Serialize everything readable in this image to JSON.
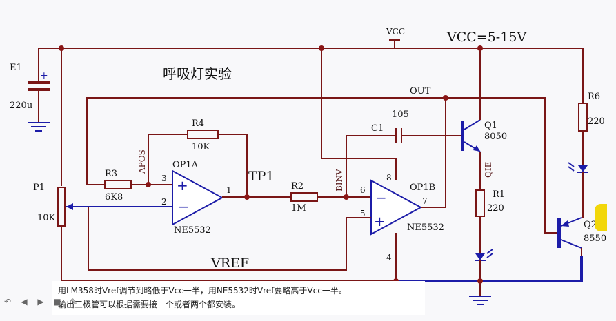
{
  "title": "呼吸灯实验",
  "supply": {
    "vcc": "VCC",
    "range": "VCC=5-15V"
  },
  "nets": {
    "out": "OUT",
    "tp1": "TP1",
    "vref": "VREF",
    "apos": "APOS",
    "binv": "BINV",
    "qie": "QIE"
  },
  "components": {
    "e1": {
      "ref": "E1",
      "value": "220u"
    },
    "p1": {
      "ref": "P1",
      "value": "10K"
    },
    "r3": {
      "ref": "R3",
      "value": "6K8"
    },
    "r4": {
      "ref": "R4",
      "value": "10K"
    },
    "r2": {
      "ref": "R2",
      "value": "1M"
    },
    "c1": {
      "ref": "C1",
      "value": "105"
    },
    "r1": {
      "ref": "R1",
      "value": "220"
    },
    "r6": {
      "ref": "R6",
      "value": "220"
    },
    "q1": {
      "ref": "Q1",
      "value": "8050"
    },
    "q2": {
      "ref": "Q2",
      "value": "8550"
    },
    "op1a": {
      "ref": "OP1A",
      "part": "NE5532",
      "pins": {
        "p3": "3",
        "p2": "2",
        "p1": "1"
      }
    },
    "op1b": {
      "ref": "OP1B",
      "part": "NE5532",
      "pins": {
        "p6": "6",
        "p5": "5",
        "p7": "7",
        "p8": "8",
        "p4": "4"
      }
    }
  },
  "note": {
    "line1": "用LM358时Vref调节到略低于Vcc一半，用NE5532时Vref要略高于Vcc一半。",
    "line2": "输出三极管可以根据需要接一个或者两个都安装。"
  },
  "player": {
    "rewind": "↶",
    "back": "◀",
    "play": "▶",
    "stop": "■",
    "edit": "✎"
  }
}
